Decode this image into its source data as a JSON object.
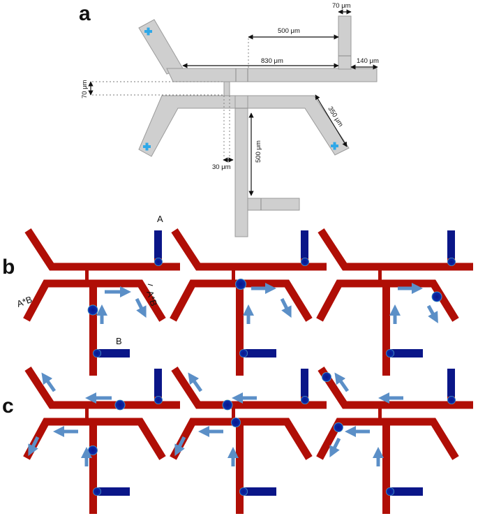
{
  "panels": {
    "a": "a",
    "b": "b",
    "c": "c"
  },
  "dimensions": {
    "top_width": "70 μm",
    "spacing_500": "500 μm",
    "length_830": "830 μm",
    "outlet_140": "140 μm",
    "channel_70": "70 μm",
    "diag_350": "350 μm",
    "vert_500": "500 μm",
    "gap_30": "30 μm"
  },
  "labels": {
    "input_a": "A",
    "input_b": "B",
    "out_ab": "A*B",
    "out_nab": "A*B"
  },
  "colors": {
    "channel_gray": "#cfcfcf",
    "plus": "#2fa8e8",
    "fluid_red": "#b00e06",
    "droplet_blue": "#0a1a8c",
    "arrow": "#5b8fc7"
  }
}
